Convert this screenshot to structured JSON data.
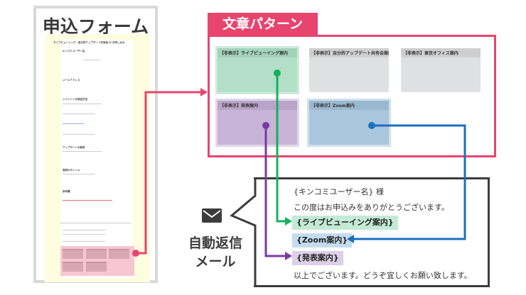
{
  "form": {
    "title": "申込フォーム",
    "form_heading": "ライブビューイング・自分的アップデート共有会 の お申し込み",
    "fields": [
      "キンコミユーザー名",
      "メールアドレス",
      "イベントへの参加方法",
      "アップデートの発表",
      "発表のタイトル",
      "参考欄"
    ]
  },
  "patterns": {
    "title": "文章パターン",
    "cards": [
      {
        "label": "【非表示】ライブビューイング案内",
        "color": "#b3dfc8"
      },
      {
        "label": "【非表示】自分的アップデート共有会案内",
        "color": "#dfe0e2"
      },
      {
        "label": "【非表示】東京オフィス案内",
        "color": "#dfe0e2"
      },
      {
        "label": "【非表示】発表案内",
        "color": "#c7b4d6"
      },
      {
        "label": "【非表示】Zoom案内",
        "color": "#a9c6de"
      }
    ]
  },
  "mail": {
    "label": "自動返信メール",
    "label_line1": "自動返信",
    "label_line2": "メール",
    "greeting": "{キンコミユーザー名} 様",
    "thanks": "この度はお申込みをありがとうございます。",
    "tag_live": "{ライブビューイング案内}",
    "tag_zoom": "{Zoom案内}",
    "tag_present": "{発表案内}",
    "closing": "以上でございます。どうぞ宜しくお願い致します。"
  },
  "colors": {
    "pink": "#e8456e",
    "green": "#12b25a",
    "purple": "#7a3aa8",
    "blue": "#1a6fc0",
    "dark": "#3c3c3c"
  }
}
